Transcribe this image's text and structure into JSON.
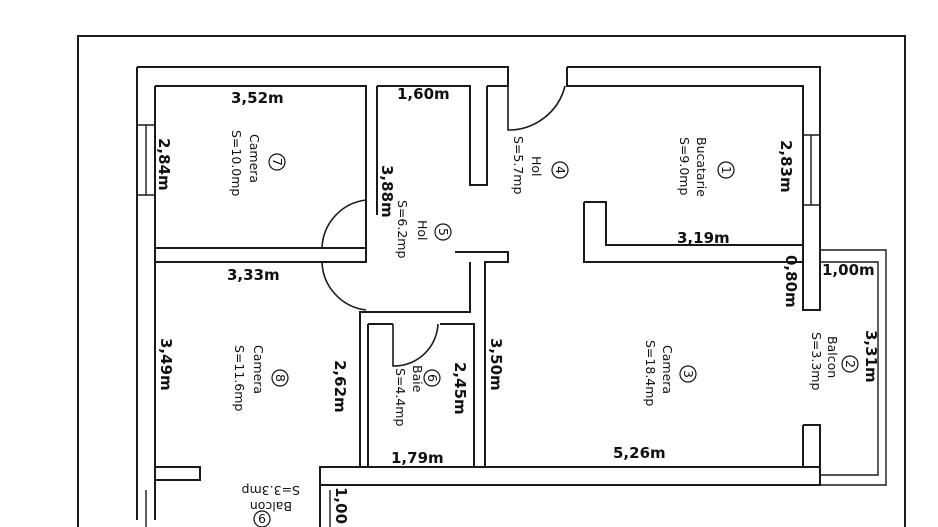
{
  "dimensions": {
    "d352": "3,52m",
    "d160": "1,60m",
    "d284": "2,84m",
    "d388": "3,88m",
    "d283": "2,83m",
    "d319": "3,19m",
    "d333": "3,33m",
    "d080": "0,80m",
    "d100a": "1,00m",
    "d331": "3,31m",
    "d349": "3,49m",
    "d262": "2,62m",
    "d245": "2,45m",
    "d350": "3,50m",
    "d179": "1,79m",
    "d526": "5,26m",
    "d100b": "1,00"
  },
  "rooms": {
    "r1": {
      "num": "1",
      "name": "Bucatarie",
      "area": "S=9.0mp"
    },
    "r2": {
      "num": "2",
      "name": "Balcon",
      "area": "S=3.3mp"
    },
    "r3": {
      "num": "3",
      "name": "Camera",
      "area": "S=18.4mp"
    },
    "r4": {
      "num": "4",
      "name": "Hol",
      "area": "S=5.7mp"
    },
    "r5": {
      "num": "5",
      "name": "Hol",
      "area": "S=6.2mp"
    },
    "r6": {
      "num": "6",
      "name": "Baie",
      "area": "S=4.4mp"
    },
    "r7": {
      "num": "7",
      "name": "Camera",
      "area": "S=10.0mp"
    },
    "r8": {
      "num": "8",
      "name": "Camera",
      "area": "S=11.6mp"
    },
    "r9": {
      "num": "9",
      "name": "Balcon",
      "area": "S=3.3mp"
    }
  }
}
